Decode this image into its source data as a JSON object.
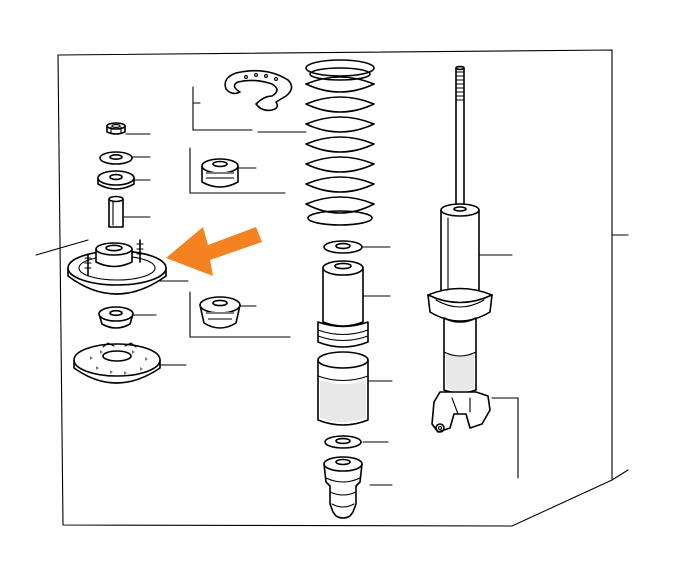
{
  "diagram": {
    "labels": [],
    "highlight_arrow_color": "#F58220",
    "line_color": "#000000",
    "background": "#FFFFFF",
    "components": [
      "flange-nut",
      "washer",
      "mount-bushing-upper",
      "collar",
      "upper-mount-base",
      "mount-bushing-lower",
      "spring-seat-lower",
      "spring-seat-rubber",
      "spring-bumper-upper",
      "bumper-lower",
      "coil-spring",
      "spring-washer",
      "dust-boot",
      "bump-stop",
      "bump-stop-washer",
      "bump-rubber",
      "shock-absorber"
    ],
    "highlighted_component": "upper-mount-base"
  }
}
